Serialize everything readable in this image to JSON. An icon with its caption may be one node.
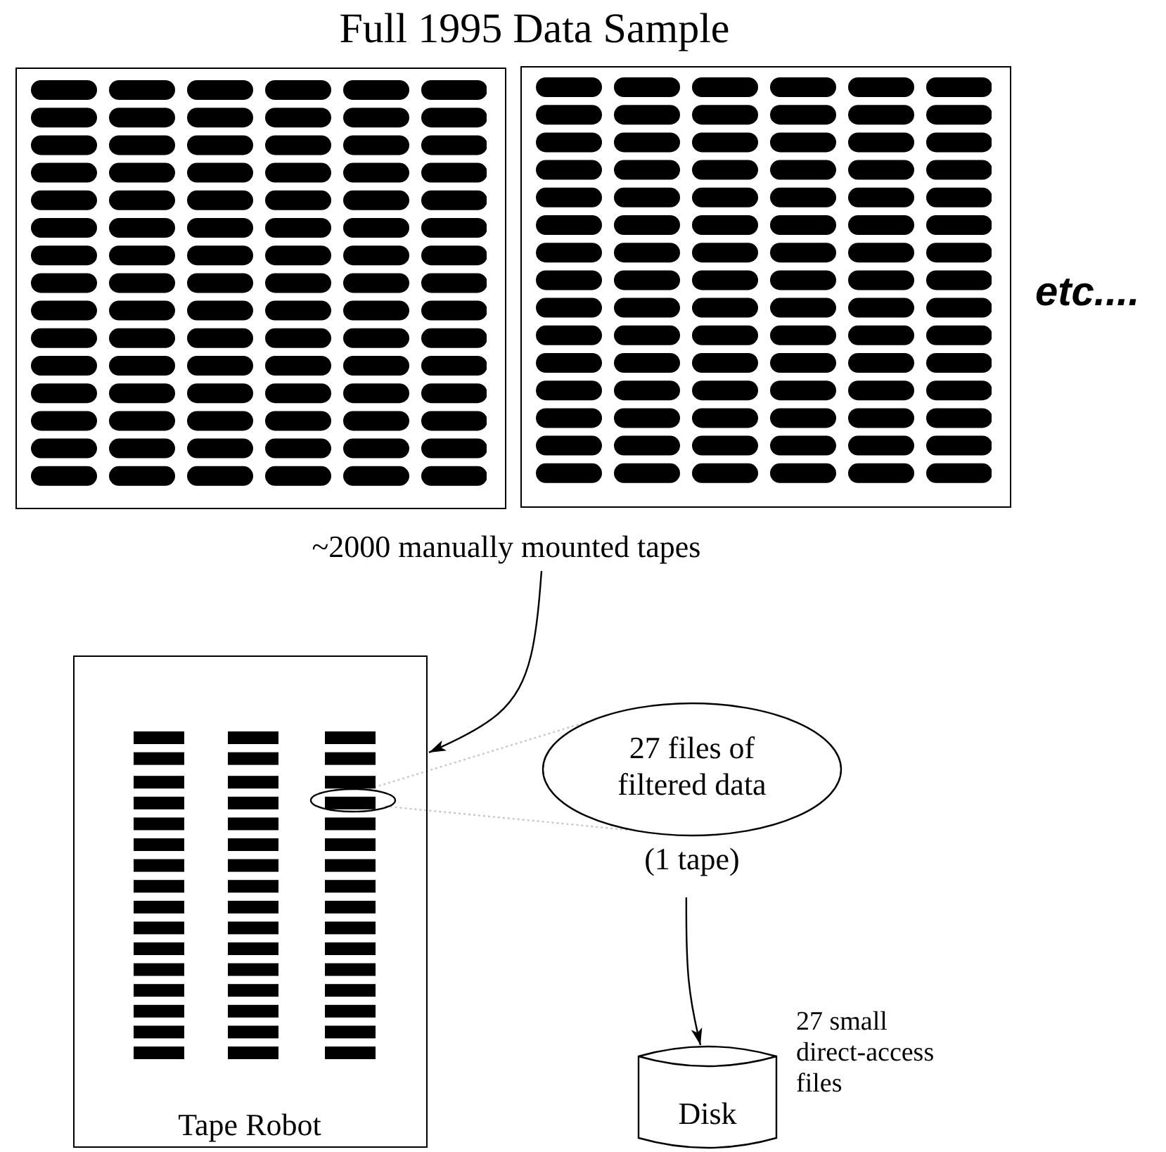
{
  "diagram": {
    "title": "Full 1995 Data Sample",
    "nodes": [
      {
        "text": [],
        "shape": "box"
      },
      {
        "text": [],
        "shape": "box"
      },
      {
        "text": [
          "~2000 manually mounted tapes"
        ]
      },
      {
        "text": [
          "Tape Robot"
        ]
      },
      {
        "text": [],
        "shape": "ellipse",
        "in": 3
      },
      {
        "text": [
          "27 files of filtered data"
        ],
        "beside": [
          "(1 tape)"
        ]
      },
      {
        "text": [
          "Disk"
        ],
        "beside": [
          "27 small direct-access files"
        ]
      }
    ],
    "edges": [
      {
        "from": 2,
        "to": 3,
        "arrow": "to"
      },
      {
        "from": 5,
        "to": 4,
        "arrow": "none",
        "style": "dashed",
        "color": "#c8c8c8"
      },
      {
        "from": 5,
        "to": 4,
        "arrow": "none",
        "style": "dashed",
        "color": "#c8c8c8"
      },
      {
        "from": 5,
        "to": 6,
        "arrow": "to"
      }
    ],
    "labels": [
      "etc...."
    ]
  }
}
